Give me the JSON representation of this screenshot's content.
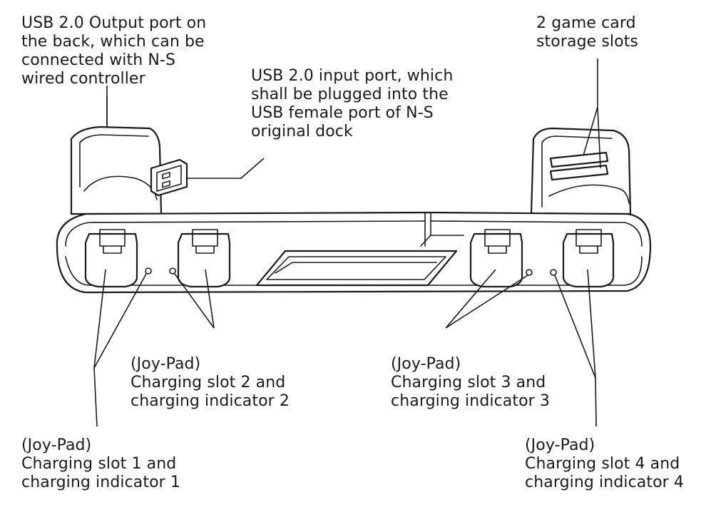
{
  "labels": {
    "usb_output": [
      "USB 2.0 Output port on",
      "the back, which can be",
      "connected with N-S",
      "wired controller"
    ],
    "usb_input": [
      "USB 2.0 input port, which",
      "shall be plugged into the",
      "USB female port of N-S",
      "original dock"
    ],
    "card_slots": [
      "2 game card",
      "storage slots"
    ],
    "slot2": [
      "(Joy-Pad)",
      "Charging slot 2 and",
      "charging indicator 2"
    ],
    "slot3": [
      "(Joy-Pad)",
      "Charging slot 3 and",
      "charging indicator 3"
    ],
    "slot1": [
      "(Joy-Pad)",
      "Charging slot 1 and",
      "charging indicator 1"
    ],
    "slot4": [
      "(Joy-Pad)",
      "Charging slot 4 and",
      "charging indicator 4"
    ]
  },
  "colors": {
    "ink": "#1a1a1a",
    "background": "#ffffff"
  }
}
